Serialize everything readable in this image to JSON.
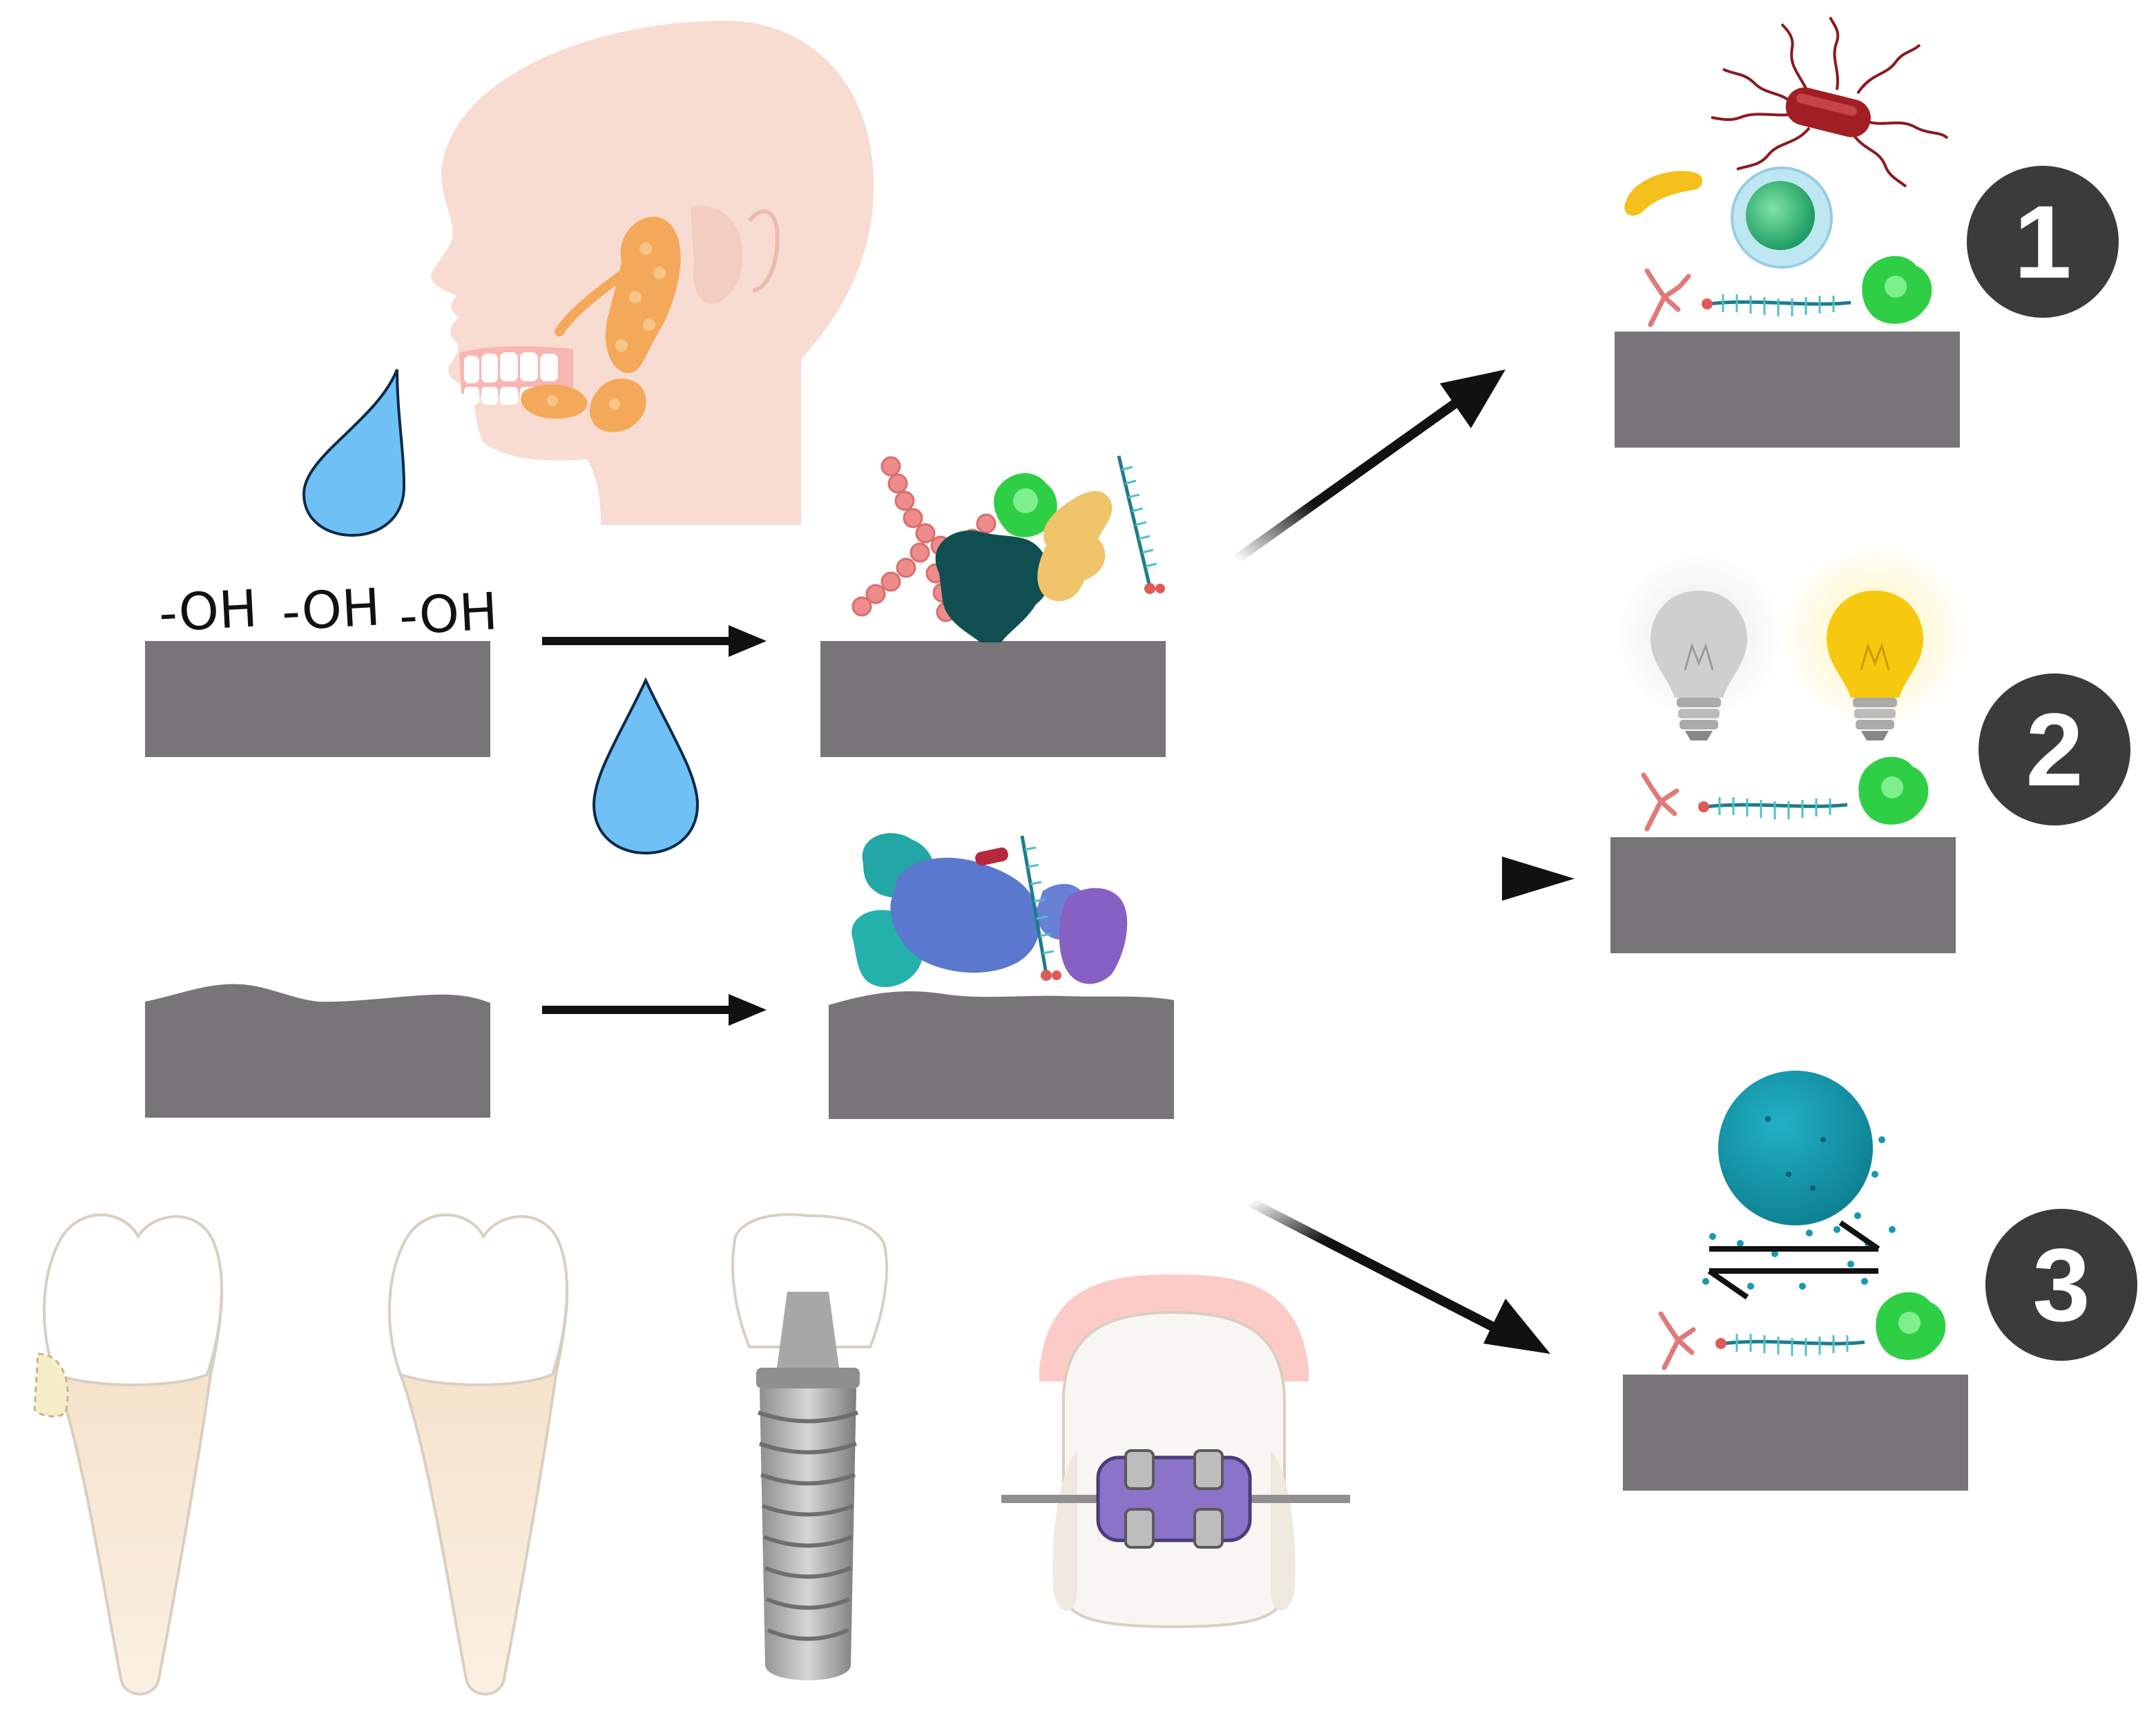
{
  "surface_groups": {
    "hydroxyl_labels": [
      "-OH",
      "-OH",
      "-OH"
    ]
  },
  "outcomes": [
    {
      "number": "1"
    },
    {
      "number": "2"
    },
    {
      "number": "3"
    }
  ],
  "colors": {
    "substrate": "#777577",
    "badge": "#3b3b3b",
    "droplet": "#6ec0f5",
    "head_skin": "#f8dcd2",
    "salivary_gland": "#f4a85a",
    "arrow": "#111111",
    "bacterium": "#a11f24",
    "green_protein": "#27c93d",
    "bulb_on": "#f6c90e",
    "bulb_off": "#cfcfcf",
    "drug_sphere": "#1899ad",
    "bracket": "#8a73c9"
  },
  "icons": [
    "head-icon",
    "salivary-gland-icon",
    "droplet-icon",
    "tooth-icon",
    "implant-icon",
    "bracket-icon",
    "bacterium-icon",
    "lightbulb-icon",
    "drug-sphere-icon"
  ]
}
